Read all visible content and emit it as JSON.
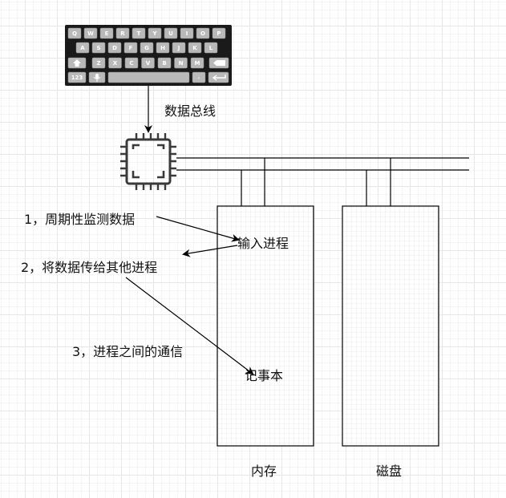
{
  "keyboard": {
    "row1": [
      "Q",
      "W",
      "E",
      "R",
      "T",
      "Y",
      "U",
      "I",
      "O",
      "P"
    ],
    "row2": [
      "A",
      "S",
      "D",
      "F",
      "G",
      "H",
      "J",
      "K",
      "L"
    ],
    "row3": [
      "Z",
      "X",
      "C",
      "V",
      "B",
      "N",
      "M"
    ],
    "num_key": "123",
    "dot_key": "."
  },
  "labels": {
    "data_bus": "数据总线",
    "step1": "1，周期性监测数据",
    "step2": "2，将数据传给其他进程",
    "step3": "3，进程之间的通信",
    "input_process": "输入进程",
    "notepad": "记事本",
    "memory": "内存",
    "disk": "磁盘"
  },
  "colors": {
    "line": "#000000",
    "keyboard_bg": "#1a1a1a",
    "key": "#b9b9b9",
    "chip": "#3a3a3a"
  }
}
